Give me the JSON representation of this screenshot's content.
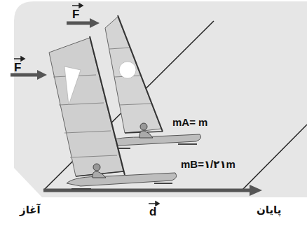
{
  "diagram": {
    "labels": [
      "F",
      "F",
      "mA= m",
      "mB=۱/۲۱m",
      "آغاز",
      "d",
      "پایان"
    ]
  }
}
